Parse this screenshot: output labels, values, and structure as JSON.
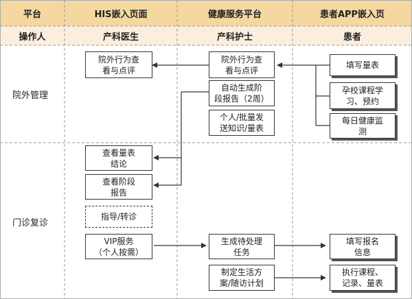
{
  "header": {
    "col0": "平台",
    "col1": "HIS嵌入页面",
    "col2": "健康服务平台",
    "col3": "患者APP嵌入页"
  },
  "subheader": {
    "col0": "操作人",
    "col1": "产科医生",
    "col2": "产科护士",
    "col3": "患者"
  },
  "lanes": {
    "outpatient_mgmt": "院外管理",
    "clinic_followup": "门诊复诊"
  },
  "boxes": {
    "his_outside_review": "院外行为查\n看与点评",
    "his_view_scale": "查看量表\n结论",
    "his_view_stage": "查看阶段\n报告",
    "his_guide_referral": "指导/转诊",
    "his_vip": "VIP服务\n（个人按需）",
    "plat_outside_review": "院外行为查\n看与点评",
    "plat_auto_stage": "自动生成阶\n段报告（2周）",
    "plat_send_knowledge": "个人/批量发\n送知识/量表",
    "plat_pending_task": "生成待处理\n任务",
    "plat_life_plan": "制定生活方\n案/随访计划",
    "app_fill_scale": "填写量表",
    "app_pregnancy_course": "孕校课程学\n习、预约",
    "app_daily_monitor": "每日健康监\n测",
    "app_fill_signup": "填写报名\n信息",
    "app_exec_course": "执行课程、\n记录、量表"
  },
  "colors": {
    "header_bg": "#f5d7a0",
    "subheader_bg": "#fbeede",
    "line": "#333333",
    "grid_dash": "#999999"
  }
}
